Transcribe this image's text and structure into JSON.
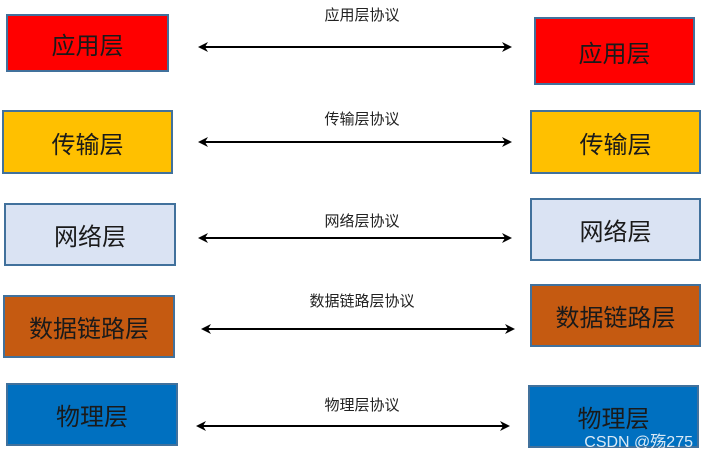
{
  "layers": [
    {
      "left": "应用层",
      "right": "应用层",
      "protocol": "应用层协议",
      "color": "#ff0000"
    },
    {
      "left": "传输层",
      "right": "传输层",
      "protocol": "传输层协议",
      "color": "#ffc000"
    },
    {
      "left": "网络层",
      "right": "网络层",
      "protocol": "网络层协议",
      "color": "#dae3f3"
    },
    {
      "left": "数据链路层",
      "right": "数据链路层",
      "protocol": "数据链路层协议",
      "color": "#c55a11"
    },
    {
      "left": "物理层",
      "right": "物理层",
      "protocol": "物理层协议",
      "color": "#0070c0"
    }
  ],
  "watermark": "CSDN @殇275"
}
